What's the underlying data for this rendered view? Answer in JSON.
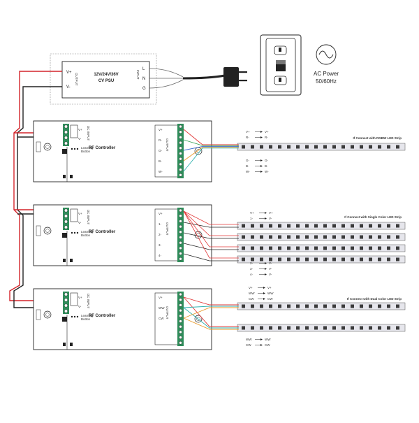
{
  "psu": {
    "title_line1": "12V/24V/36V",
    "title_line2": "CV PSU",
    "output_label": "OUTPUT",
    "input_label": "INPUT",
    "v_plus": "V+",
    "v_minus": "V-",
    "l": "L",
    "n": "N",
    "g": "G"
  },
  "ac_power": {
    "title": "AC Power",
    "freq": "50/60Hz"
  },
  "controllers": [
    {
      "name": "RF Controller",
      "dc_input_label": "DC INPUT",
      "output_label": "OUTPUT",
      "learning_label": "Learning",
      "learning_label2": "Button",
      "v_plus": "V+",
      "v_minus": "V-",
      "outputs": [
        "V+",
        "R-",
        "G-",
        "B-",
        "W-"
      ]
    },
    {
      "name": "RF Controller",
      "dc_input_label": "DC INPUT",
      "output_label": "OUTPUT",
      "learning_label": "Learning",
      "learning_label2": "Button",
      "v_plus": "V+",
      "v_minus": "V-",
      "outputs": [
        "V+",
        "1-",
        "2-",
        "3-",
        "4-"
      ]
    },
    {
      "name": "RF Controller",
      "dc_input_label": "DC INPUT",
      "output_label": "OUTPUT",
      "learning_label": "Learning",
      "learning_label2": "Button",
      "v_plus": "V+",
      "v_minus": "V-",
      "outputs": [
        "V+",
        "WW",
        "CW",
        "",
        ""
      ]
    }
  ],
  "strips": {
    "rgbw": {
      "title": "If Connect with RGBW LED Strip",
      "top_map": [
        [
          "V+",
          "V+"
        ],
        [
          "R-",
          "R-"
        ]
      ],
      "bottom_map": [
        [
          "G-",
          "G-"
        ],
        [
          "B-",
          "B-"
        ],
        [
          "W-",
          "W-"
        ]
      ]
    },
    "single": {
      "title": "If Connect with Single Color LED Strip",
      "top_map": [
        [
          "V+",
          "V+"
        ],
        [
          "1-",
          "V-"
        ]
      ],
      "bottom_map": [
        [
          "2-",
          "V-"
        ],
        [
          "3-",
          "V-"
        ],
        [
          "4-",
          "V-"
        ]
      ]
    },
    "dual": {
      "title": "If Connect with Dual Color LED Strip",
      "top_map": [
        [
          "V+",
          "V+"
        ],
        [
          "WW",
          "WW"
        ],
        [
          "CW",
          "CW"
        ]
      ],
      "bottom_map": [
        [
          "WW",
          "WW"
        ],
        [
          "CW",
          "CW"
        ]
      ]
    }
  },
  "colors": {
    "red": "#d4242a",
    "black": "#222222",
    "green_terminal": "#2f8c5a",
    "strip_bg": "#e6e6ec",
    "led": "#3b3b3b",
    "wire_red": "#e23a3a",
    "wire_green": "#3aa35a",
    "wire_blue": "#3b6fd1",
    "wire_orange": "#e89a2a",
    "wire_teal": "#33b3b0"
  }
}
